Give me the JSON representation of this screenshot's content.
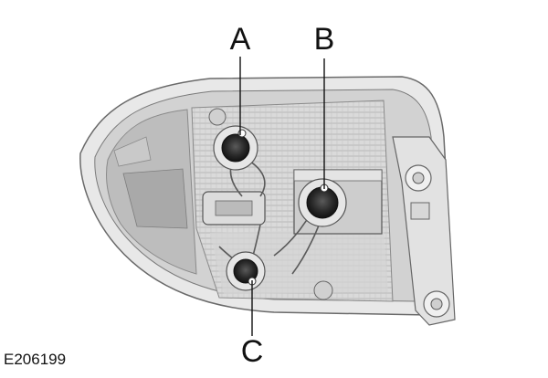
{
  "diagram": {
    "callouts": [
      {
        "id": "A",
        "label": "A"
      },
      {
        "id": "B",
        "label": "B"
      },
      {
        "id": "C",
        "label": "C"
      }
    ],
    "figure_code": "E206199",
    "colors": {
      "housing_outer": "#e6e6e6",
      "housing_mid": "#cfcfcf",
      "housing_dark": "#9a9a9a",
      "socket": "#2a2a2a",
      "outline": "#555555"
    }
  }
}
